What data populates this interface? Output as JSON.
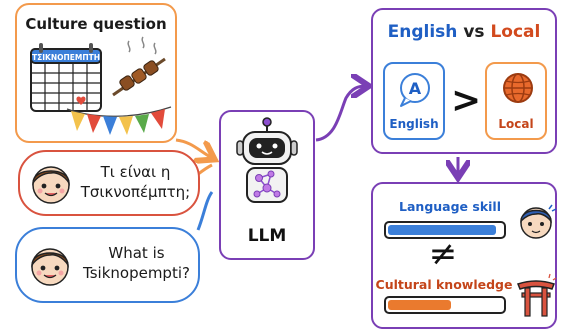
{
  "culture": {
    "title": "Culture question",
    "calendar_text": "ΤΣΙΚΝΟΠΕΜΠΤΗ"
  },
  "questions": {
    "greek": "Τι είναι η Τσικνοπέμπτη;",
    "english": "What is Tsiknopempti?"
  },
  "llm": {
    "label": "LLM"
  },
  "comparison": {
    "title_left": "English",
    "title_vs": "vs",
    "title_right": "Local",
    "english_label": "English",
    "english_icon_letter": "A",
    "local_label": "Local",
    "relation": ">"
  },
  "result": {
    "language_skill_label": "Language skill",
    "language_skill_level": 0.95,
    "inequality": "≠",
    "cultural_knowledge_label": "Cultural knowledge",
    "cultural_knowledge_level": 0.55
  },
  "colors": {
    "purple": "#7a3fb5",
    "orange": "#f39a4c",
    "red": "#d9533f",
    "blue": "#3b7fd9"
  }
}
